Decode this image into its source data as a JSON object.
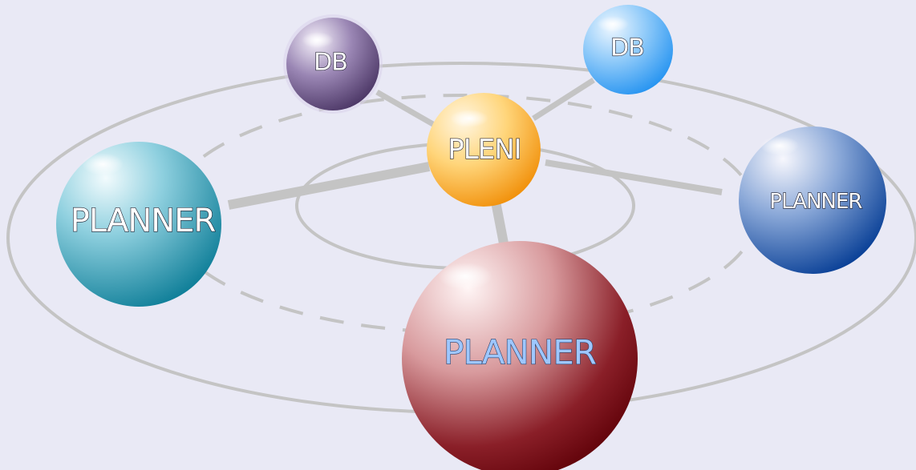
{
  "nodes": {
    "db_purple": {
      "label": "DB",
      "color_light": "#f6f2fb",
      "color_dark": "#45305f",
      "text_color": "#ffffff"
    },
    "db_blue": {
      "label": "DB",
      "color_light": "#eef7ff",
      "color_dark": "#1d8ff0",
      "text_color": "#ffffff"
    },
    "center": {
      "label": "PLENI",
      "color_light": "#fff6e2",
      "color_dark": "#f5a300",
      "text_color": "#ffffff"
    },
    "planner_teal": {
      "label": "PLANNER",
      "color_light": "#f2fbfd",
      "color_dark": "#12869f",
      "text_color": "#ffffff"
    },
    "planner_navy": {
      "label": "PLANNER",
      "color_light": "#f7f7fd",
      "color_dark": "#0a56b0",
      "text_color": "#ffffff"
    },
    "planner_maroon": {
      "label": "PLANNER",
      "color_light": "#fff5f5",
      "color_dark": "#6a0009",
      "text_color": "#9ec7ff"
    }
  },
  "colors": {
    "background": "#e9e9f5",
    "orbit_line": "#c4c4c4",
    "connector_line": "#c4c4c4"
  }
}
